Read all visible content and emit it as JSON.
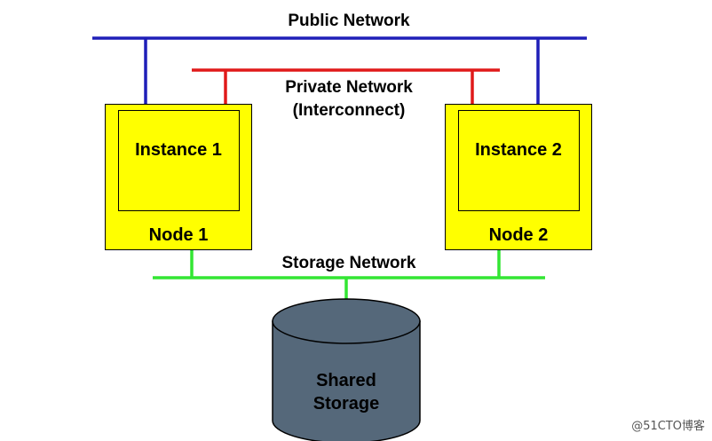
{
  "networks": {
    "public": {
      "label": "Public Network",
      "color": "#1f1fb8"
    },
    "private": {
      "label": "Private Network",
      "sublabel": "(Interconnect)",
      "color": "#e01a1a"
    },
    "storage": {
      "label": "Storage Network",
      "color": "#33e633"
    }
  },
  "nodes": [
    {
      "instance_label": "Instance 1",
      "node_label": "Node 1"
    },
    {
      "instance_label": "Instance 2",
      "node_label": "Node 2"
    }
  ],
  "storage": {
    "line1": "Shared",
    "line2": "Storage",
    "body_color": "#55687a"
  },
  "box_color": "#ffff00",
  "watermark": "@51CTO博客"
}
